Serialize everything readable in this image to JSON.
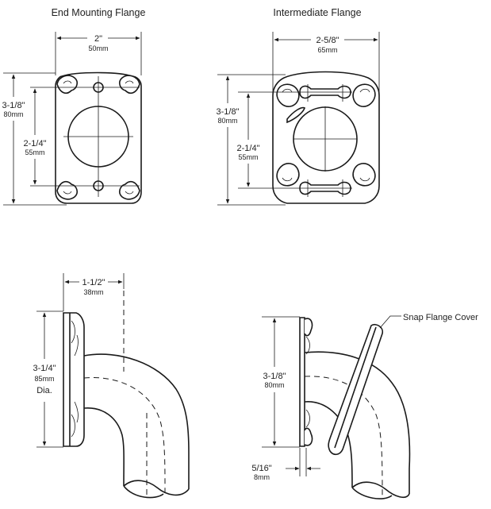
{
  "titles": {
    "end": "End Mounting Flange",
    "intermediate": "Intermediate Flange"
  },
  "end_flange": {
    "width_in": "2\"",
    "width_mm": "50mm",
    "height_in": "3-1/8\"",
    "height_mm": "80mm",
    "inner_in": "2-1/4\"",
    "inner_mm": "55mm"
  },
  "intermediate_flange": {
    "width_in": "2-5/8\"",
    "width_mm": "65mm",
    "height_in": "3-1/8\"",
    "height_mm": "80mm",
    "inner_in": "2-1/4\"",
    "inner_mm": "55mm"
  },
  "side_view": {
    "depth_in": "1-1/2\"",
    "depth_mm": "38mm",
    "dia_in": "3-1/4\"",
    "dia_mm": "85mm",
    "dia_label": "Dia."
  },
  "snap_view": {
    "callout": "Snap Flange Cover",
    "height_in": "3-1/8\"",
    "height_mm": "80mm",
    "gap_in": "5/16\"",
    "gap_mm": "8mm"
  }
}
